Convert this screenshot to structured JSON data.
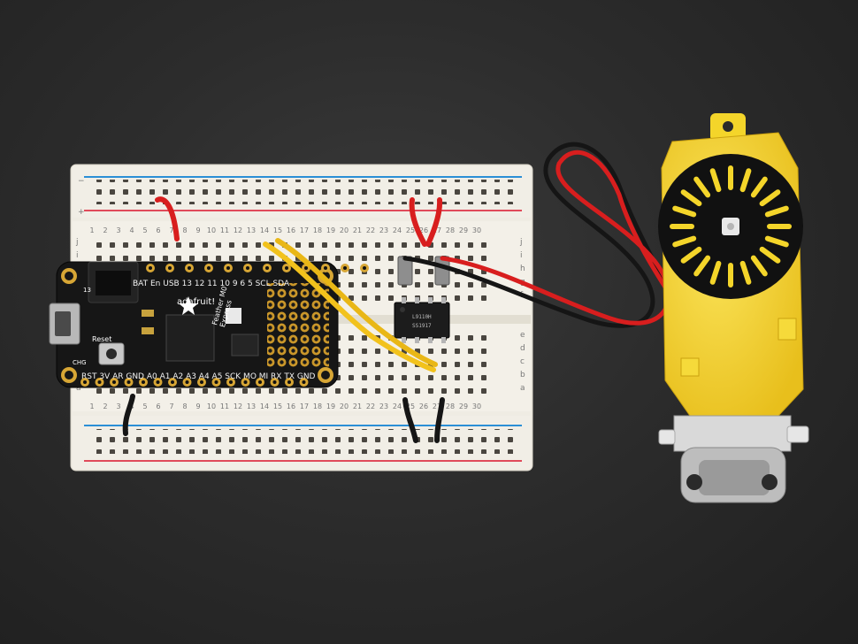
{
  "photo": {
    "subject": "Feather M0 Express on breadboard with motor driver chip and yellow DC gear motor with encoder wheel",
    "background_color": "#2a2a2a",
    "breadboard_color": "#efece3",
    "wire_colors": {
      "red": "#d81e1e",
      "black": "#151515",
      "yellow": "#f2c21c"
    },
    "motor_color": "#f4d52a"
  },
  "feather": {
    "brand": "adafruit!",
    "name_line1": "Feather M0",
    "name_line2": "Express",
    "top_pins": "BAT En USB 13 12 11 10 9 6 5 SCL SDA",
    "bottom_pins": "RST 3V AR GND A0 A1 A2 A3 A4 A5 SCK MO MI RX TX GND",
    "side_labels": [
      "13",
      "CHG",
      "Reset"
    ]
  },
  "breadboard": {
    "numbers_top": [
      "1",
      "2",
      "3",
      "4",
      "5",
      "6",
      "7",
      "8",
      "9",
      "10",
      "11",
      "12",
      "13",
      "14",
      "15",
      "16",
      "17",
      "18",
      "19",
      "20",
      "21",
      "22",
      "23",
      "24",
      "25",
      "26",
      "27",
      "28",
      "29",
      "30"
    ],
    "row_letters_top": [
      "j",
      "i",
      "h",
      "g",
      "f"
    ],
    "row_letters_bottom": [
      "e",
      "d",
      "c",
      "b",
      "a"
    ],
    "rail_plus": "+",
    "rail_minus": "−"
  },
  "chip": {
    "line1": "L9110H",
    "line2": "SS1917"
  }
}
